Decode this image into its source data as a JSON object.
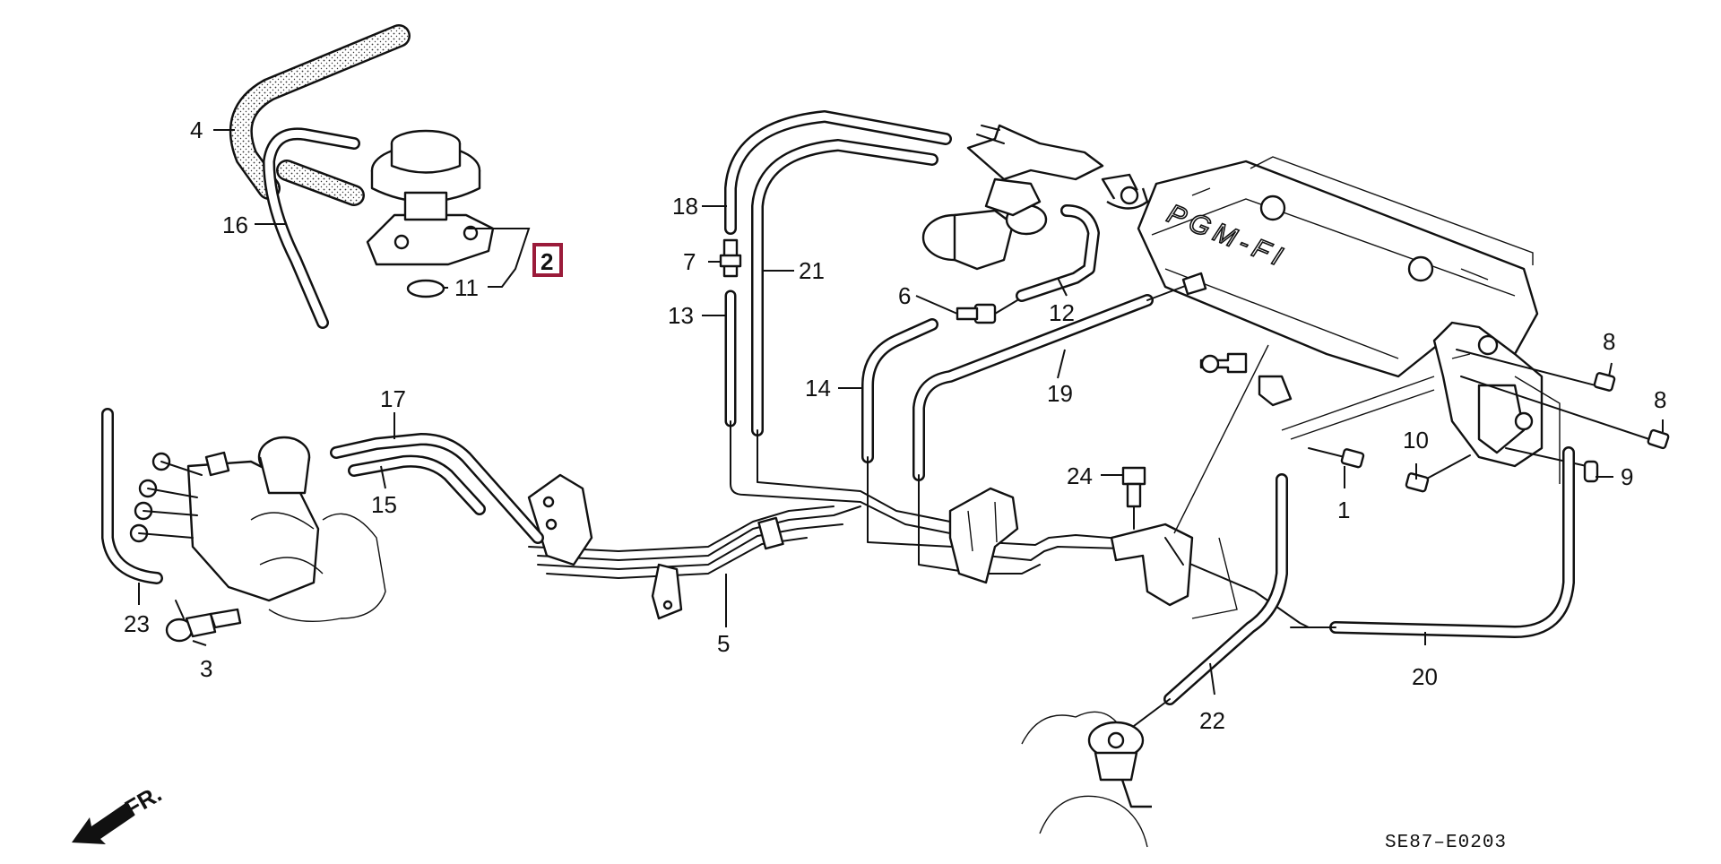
{
  "callouts": {
    "p1": "1",
    "p2": "2",
    "p3": "3",
    "p4": "4",
    "p5": "5",
    "p6": "6",
    "p7": "7",
    "p8a": "8",
    "p8b": "8",
    "p9": "9",
    "p10": "10",
    "p11": "11",
    "p12": "12",
    "p13": "13",
    "p14": "14",
    "p15": "15",
    "p16": "16",
    "p17": "17",
    "p18": "18",
    "p19": "19",
    "p20": "20",
    "p21": "21",
    "p22": "22",
    "p23": "23",
    "p24": "24"
  },
  "engine_cover_text": "PGM-FI",
  "direction_label": "FR.",
  "diagram_code": "SE87–E0203",
  "colors": {
    "highlight": "#9b1b3a",
    "ink": "#111111",
    "background": "#ffffff"
  }
}
